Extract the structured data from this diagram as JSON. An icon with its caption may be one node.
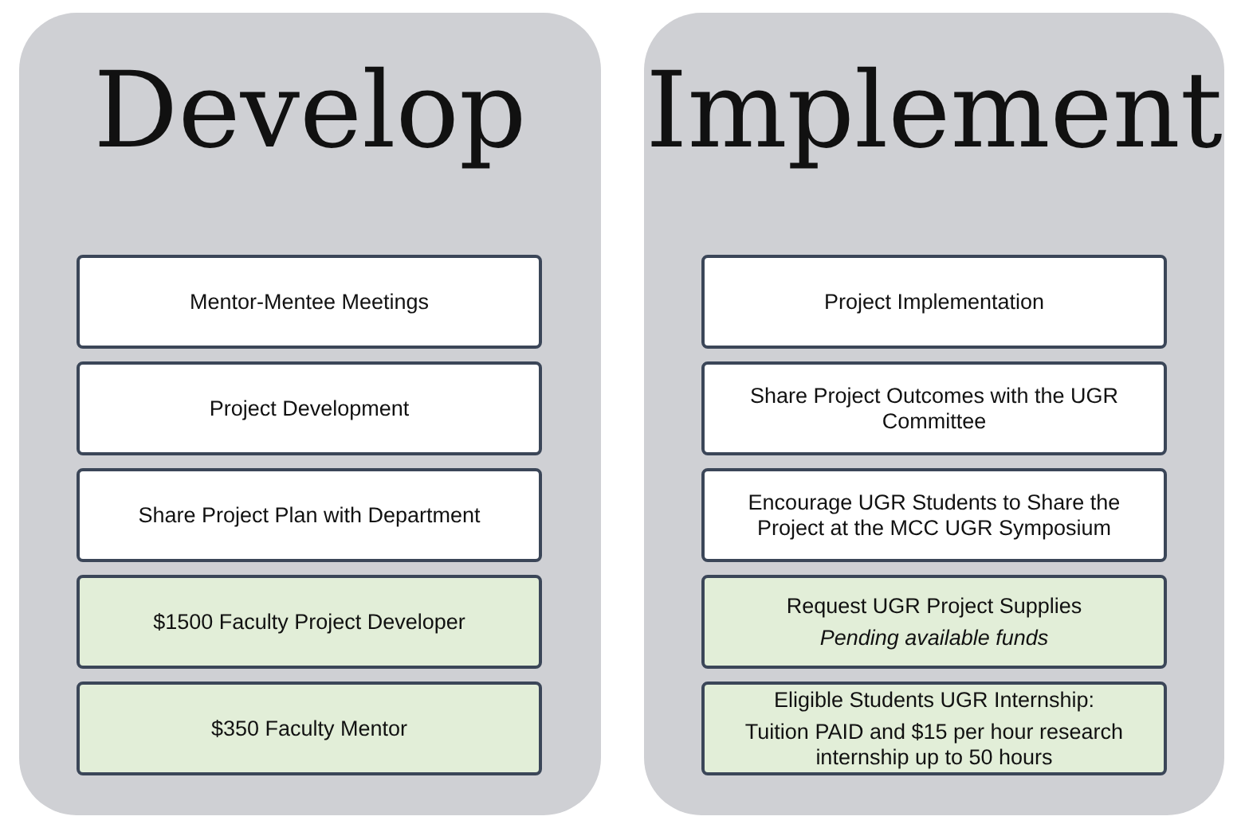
{
  "diagram": {
    "nodes": [
      {
        "text": [
          "Develop"
        ]
      },
      {
        "text": [
          "Mentor-Mentee Meetings"
        ],
        "in": 0
      },
      {
        "text": [
          "Project Development"
        ],
        "in": 0
      },
      {
        "text": [
          "Share Project Plan with Department"
        ],
        "in": 0
      },
      {
        "text": [
          "$1500 Faculty Project Developer"
        ],
        "in": 0
      },
      {
        "text": [
          "$350 Faculty Mentor"
        ],
        "in": 0
      },
      {
        "text": [
          "Implement"
        ]
      },
      {
        "text": [
          "Project Implementation"
        ],
        "in": 6
      },
      {
        "text": [
          "Share Project Outcomes with the UGR Committee"
        ],
        "in": 6
      },
      {
        "text": [
          "Encourage UGR Students to Share the Project at the MCC UGR Symposium"
        ],
        "in": 6
      },
      {
        "text": [
          "Request UGR Project Supplies",
          "Pending available funds"
        ],
        "in": 6
      },
      {
        "text": [
          "Eligible Students UGR Internship:",
          "Tuition PAID and $15 per hour research internship up to 50 hours"
        ],
        "in": 6
      }
    ]
  }
}
